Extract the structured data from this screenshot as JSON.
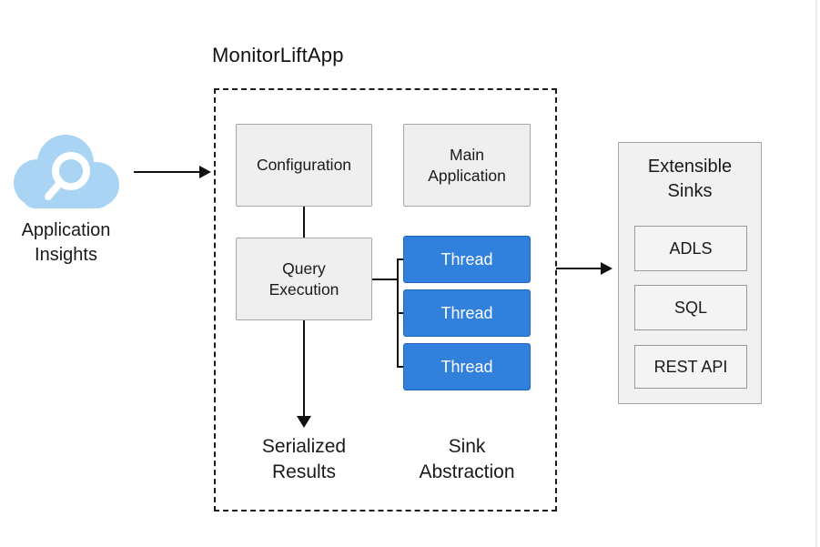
{
  "diagram": {
    "title": "MonitorLiftApp",
    "source": {
      "icon": "application-insights-cloud-search-icon",
      "label": "Application\nInsights"
    },
    "app": {
      "configuration": "Configuration",
      "main_application": "Main\nApplication",
      "query_execution": "Query\nExecution",
      "threads": [
        "Thread",
        "Thread",
        "Thread"
      ],
      "serialized_results": "Serialized\nResults",
      "sink_abstraction": "Sink\nAbstraction"
    },
    "sinks": {
      "title": "Extensible\nSinks",
      "items": [
        "ADLS",
        "SQL",
        "REST API"
      ]
    },
    "colors": {
      "cloud_blue": "#a9d4f4",
      "thread_fill": "#3080dc",
      "thread_border": "#1d66bf",
      "gray_box_fill": "#efefef",
      "gray_box_border": "#a6a6a6",
      "line_color": "#111111"
    }
  }
}
